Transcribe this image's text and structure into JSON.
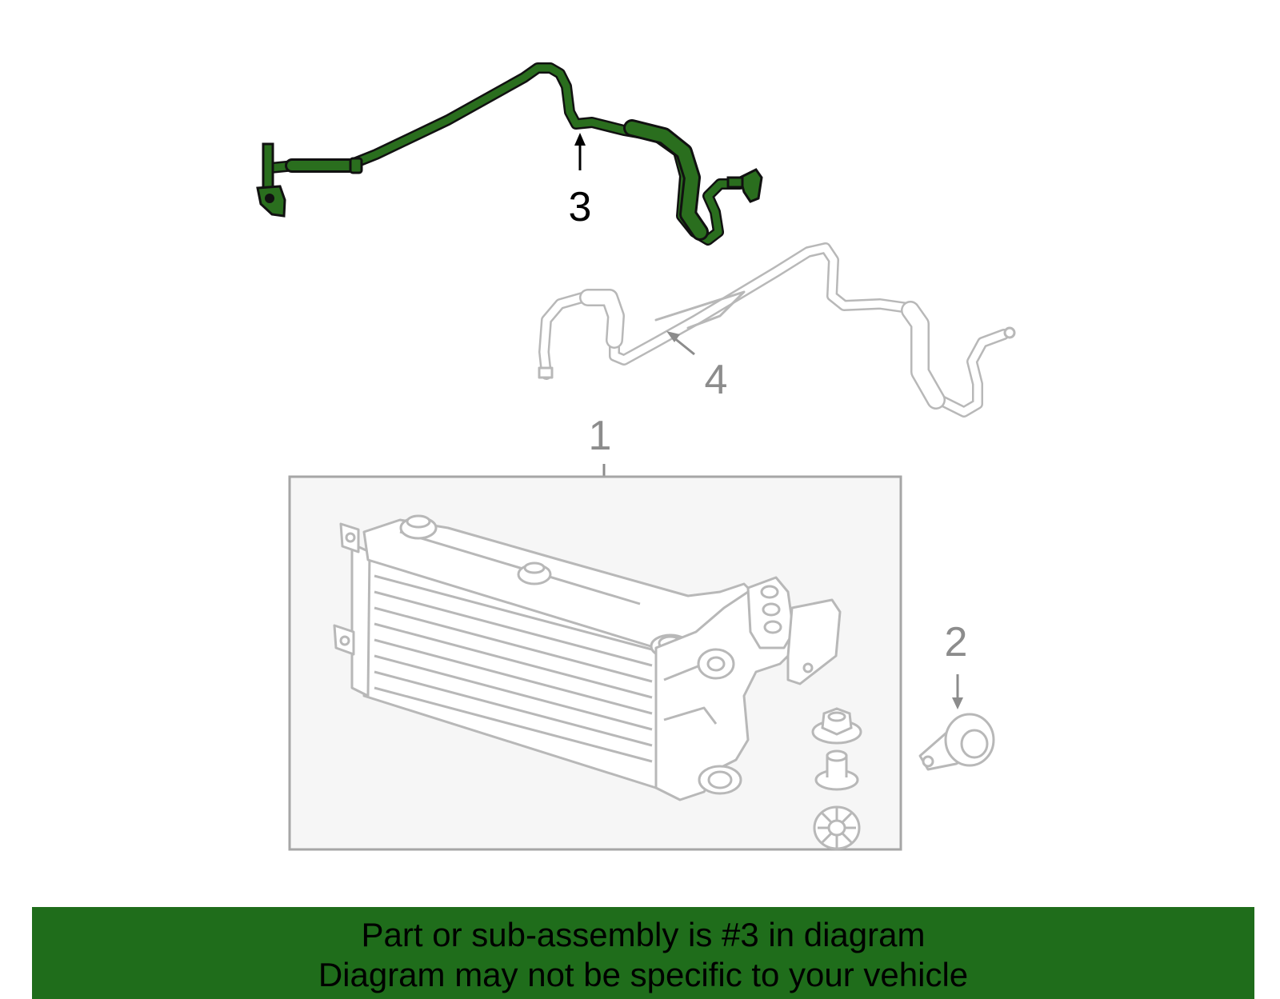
{
  "diagram": {
    "callouts": [
      {
        "id": "1",
        "label": "1"
      },
      {
        "id": "2",
        "label": "2"
      },
      {
        "id": "3",
        "label": "3"
      },
      {
        "id": "4",
        "label": "4"
      }
    ],
    "highlight_part": "3",
    "colors": {
      "highlight": "#2a6e1e",
      "highlight_stroke": "#111111",
      "part_gray": "#b8b8b8",
      "box_fill": "#f6f6f6",
      "box_stroke": "#a6a6a6",
      "label_gray": "#8c8c8c",
      "banner_bg": "#1f6d1b"
    }
  },
  "banner": {
    "line1": "Part or sub-assembly is #3 in diagram",
    "line2": "Diagram may not be specific to your vehicle"
  }
}
